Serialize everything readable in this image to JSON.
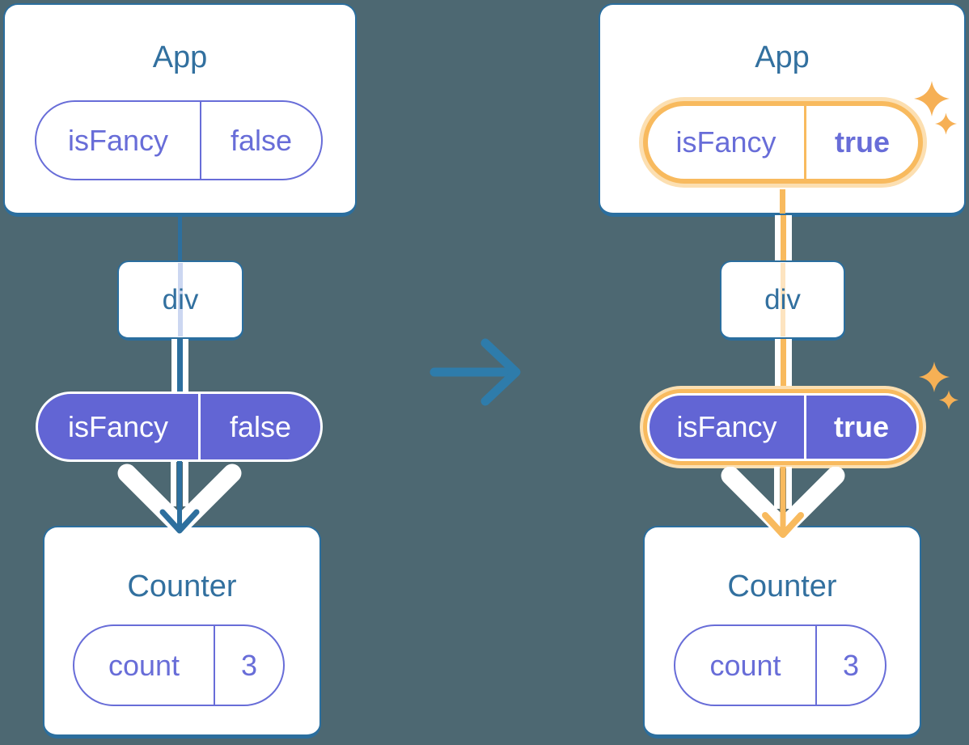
{
  "colors": {
    "background": "#4d6872",
    "card_bg": "#ffffff",
    "card_border": "#2b6e9e",
    "title_text": "#32709f",
    "purple_outline": "#686dd8",
    "purple_fill": "#6265d4",
    "pill_text_light": "#ffffff",
    "thread_blue": "#2d6f9e",
    "thread_blue_faded": "#ccd7f1",
    "orange": "#f8ba5e",
    "orange_glow": "#fcdfb1",
    "orange_faded": "#fde4c0",
    "sparkle": "#f6b055",
    "white_pipe": "#ffffff",
    "transition_arrow": "#2e7cab"
  },
  "left_tree": {
    "app_card": {
      "title": "App",
      "prop_pill": {
        "name": "isFancy",
        "value": "false"
      }
    },
    "div_node": {
      "label": "div"
    },
    "prop_pill": {
      "name": "isFancy",
      "value": "false"
    },
    "counter_card": {
      "title": "Counter",
      "state_pill": {
        "name": "count",
        "value": "3"
      }
    }
  },
  "right_tree": {
    "app_card": {
      "title": "App",
      "prop_pill": {
        "name": "isFancy",
        "value": "true"
      }
    },
    "div_node": {
      "label": "div"
    },
    "prop_pill": {
      "name": "isFancy",
      "value": "true"
    },
    "counter_card": {
      "title": "Counter",
      "state_pill": {
        "name": "count",
        "value": "3"
      }
    }
  }
}
